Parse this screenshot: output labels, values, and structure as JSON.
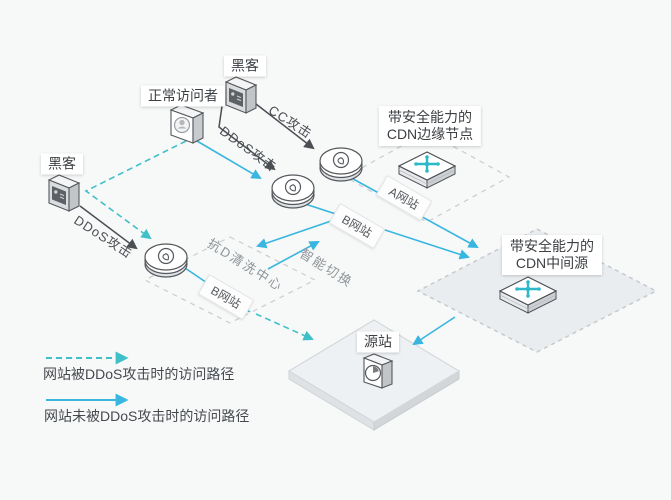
{
  "diagram_title": "CDN DDoS protection traffic-path diagram",
  "nodes": {
    "hackerTop": {
      "label": "黑客",
      "icon": "hacker-server-icon"
    },
    "visitor": {
      "label": "正常访问者",
      "icon": "visitor-user-icon"
    },
    "hackerLeft": {
      "label": "黑客",
      "icon": "hacker-server-icon"
    },
    "edgeNode": {
      "line1": "带安全能力的",
      "line2": "CDN边缘节点",
      "icon": "switch-diamond-icon"
    },
    "midSource": {
      "line1": "带安全能力的",
      "line2": "CDN中间源",
      "icon": "switch-diamond-icon"
    },
    "origin": {
      "label": "源站",
      "icon": "origin-gauge-icon"
    },
    "popDiscs": {
      "icon": "cdn-pop-disc-icon",
      "count": 3
    }
  },
  "edges": {
    "ccAttack": "CC攻击",
    "ddosTop": "DDoS攻击",
    "ddosLeft": "DDoS攻击",
    "siteA": "A网站",
    "siteBUpper": "B网站",
    "siteBLower": "B网站"
  },
  "regions": {
    "scrubCenter": "抗D清洗中心",
    "smartSwitch": "智能切换"
  },
  "legend": {
    "attacked": "网站被DDoS攻击时的访问路径",
    "normal": "网站未被DDoS攻击时的访问路径"
  },
  "colors": {
    "attackPathDashed": "#3fc0c9",
    "normalPathSolid": "#38b6e0",
    "attackArrowDark": "#4b4f54",
    "plateFill": "#e9edf0",
    "background": "#f7f8f8",
    "switchGlyphTeal": "#2eb9c8"
  }
}
